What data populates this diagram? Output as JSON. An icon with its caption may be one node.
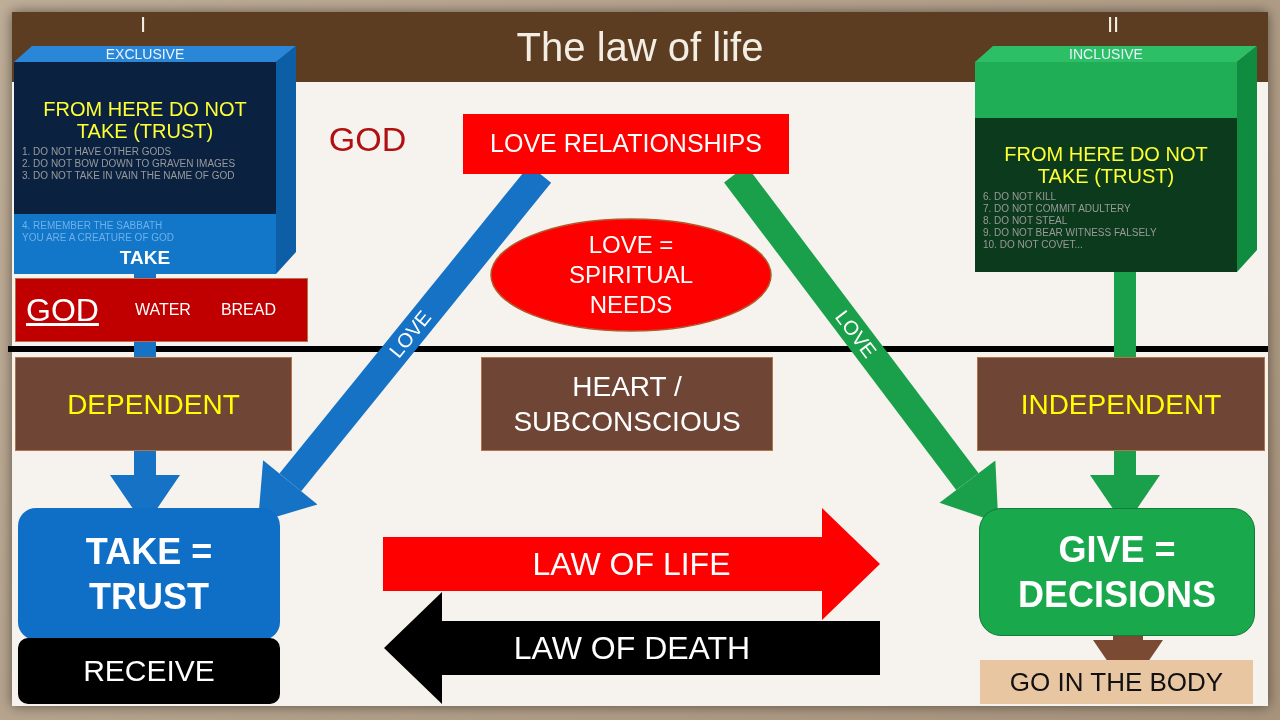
{
  "diagram": {
    "title": "The law of life",
    "nodes": [
      {
        "text": [
          "EXCLUSIVE",
          "FROM HERE DO NOT TAKE (TRUST)",
          "1. DO NOT HAVE OTHER GODS",
          "2. DO NOT BOW DOWN TO GRAVEN IMAGES",
          "3. DO NOT TAKE IN VAIN THE NAME OF GOD",
          "4. REMEMBER THE SABBATH",
          "YOU ARE A CREATURE OF GOD",
          "TAKE"
        ]
      },
      {
        "text": [
          "GOD",
          "WATER",
          "BREAD"
        ]
      },
      {
        "text": [
          "INCLUSIVE",
          "FROM HERE DO NOT TAKE (TRUST)",
          "6. DO NOT KILL",
          "7. DO NOT COMMIT ADULTERY",
          "8. DO NOT STEAL",
          "9. DO NOT BEAR WITNESS FALSELY",
          "10. DO NOT COVET..."
        ]
      },
      {
        "text": [
          "LOVE RELATIONSHIPS"
        ]
      },
      {
        "text": [
          "LOVE = SPIRITUAL NEEDS"
        ]
      },
      {
        "text": [
          "DEPENDENT"
        ]
      },
      {
        "text": [
          "HEART / SUBCONSCIOUS"
        ]
      },
      {
        "text": [
          "INDEPENDENT"
        ]
      },
      {
        "text": [
          "TAKE = TRUST"
        ]
      },
      {
        "text": [
          "RECEIVE"
        ]
      },
      {
        "text": [
          "GIVE = DECISIONS"
        ]
      },
      {
        "text": [
          "GO IN THE BODY"
        ]
      },
      {
        "text": [
          "LAW OF LIFE"
        ]
      },
      {
        "text": [
          "LAW OF DEATH"
        ]
      }
    ],
    "edges": [
      {
        "from": 0,
        "to": 1,
        "arrow": "none",
        "color": "#1572c4"
      },
      {
        "from": 1,
        "to": 5,
        "arrow": "none",
        "color": "#1572c4"
      },
      {
        "from": 5,
        "to": 8,
        "arrow": "to",
        "color": "#1572c4"
      },
      {
        "from": 3,
        "to": 8,
        "label": "LOVE",
        "arrow": "to",
        "color": "#1572c4"
      },
      {
        "from": 3,
        "to": 10,
        "label": "LOVE",
        "arrow": "to",
        "color": "#1aa04a"
      },
      {
        "from": 2,
        "to": 7,
        "arrow": "none",
        "color": "#1aa04a"
      },
      {
        "from": 7,
        "to": 10,
        "arrow": "to",
        "color": "#1aa04a"
      },
      {
        "from": 10,
        "to": 11,
        "arrow": "to",
        "color": "#7a4a33"
      }
    ],
    "labels": [
      "I",
      "II",
      "GOD"
    ]
  }
}
